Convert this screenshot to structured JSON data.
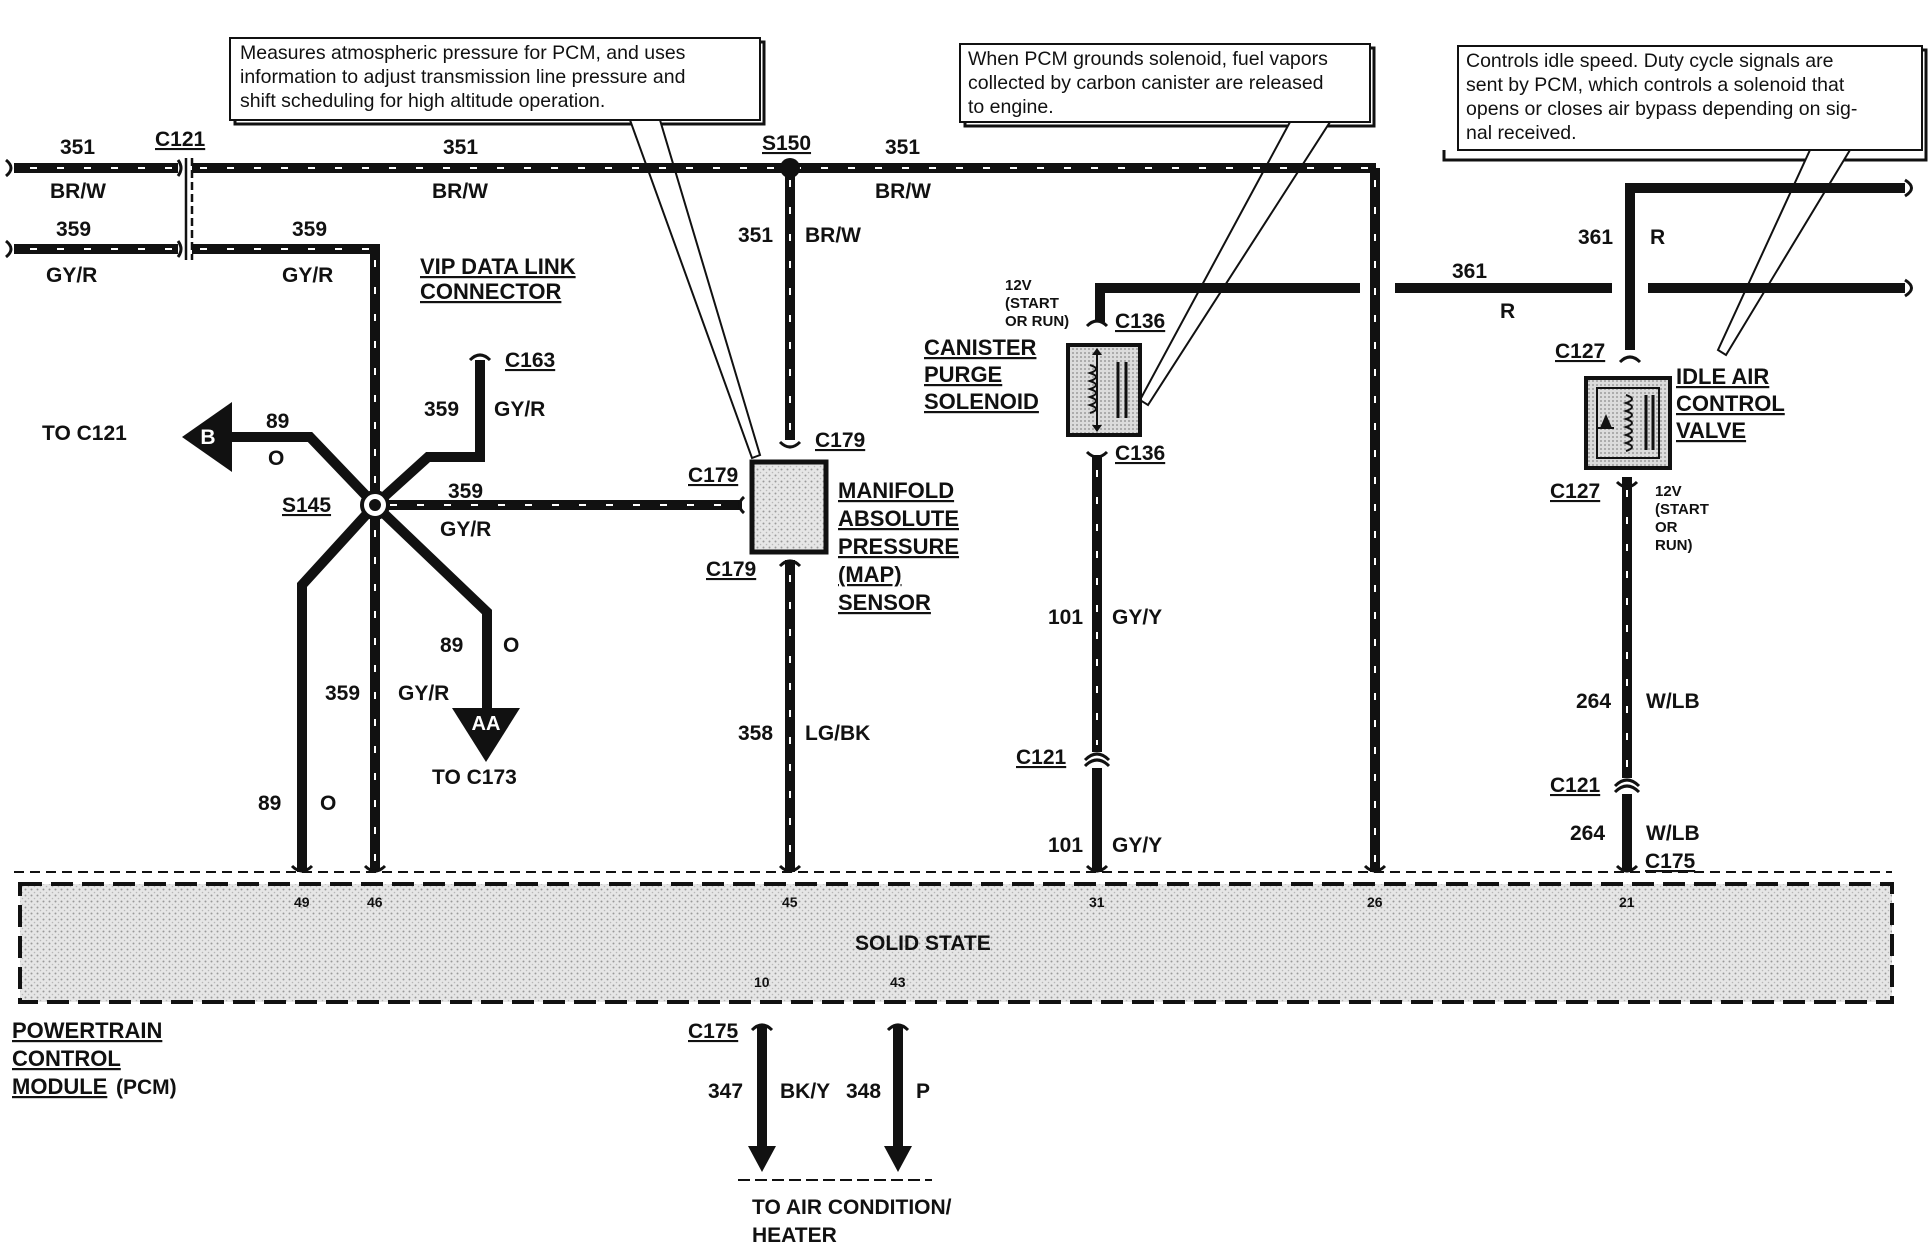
{
  "callouts": {
    "map": [
      "Measures atmospheric pressure for PCM, and uses",
      "information to adjust transmission line pressure and",
      "shift scheduling for high altitude operation."
    ],
    "canister": [
      "When PCM grounds solenoid, fuel vapors",
      "collected by carbon canister are released",
      "to engine."
    ],
    "iac": [
      "Controls idle speed.  Duty cycle signals are",
      "sent by PCM, which controls a solenoid that",
      "opens or closes air bypass depending on sig-",
      "nal received."
    ]
  },
  "splices": {
    "s150": "S150",
    "s145": "S145"
  },
  "connectors": {
    "c121": "C121",
    "c163": "C163",
    "c179": "C179",
    "c136": "C136",
    "c127": "C127",
    "c175": "C175"
  },
  "components": {
    "vip": [
      "VIP DATA LINK",
      "CONNECTOR"
    ],
    "map": [
      "MANIFOLD",
      "ABSOLUTE",
      "PRESSURE",
      "(MAP)",
      "SENSOR"
    ],
    "canister": [
      "CANISTER",
      "PURGE",
      "SOLENOID"
    ],
    "iac": [
      "IDLE AIR",
      "CONTROL",
      "VALVE"
    ],
    "pcm": [
      "POWERTRAIN",
      "CONTROL",
      "MODULE",
      "(PCM)"
    ],
    "pcm_state": "SOLID STATE"
  },
  "power": {
    "v12": "12V",
    "start_run_a": "(START",
    "start_run_b": "OR RUN)",
    "start_b1": "(START",
    "start_b2": "OR",
    "start_b3": "RUN)"
  },
  "wires": {
    "c351": "351",
    "brw": "BR/W",
    "c359": "359",
    "gyr": "GY/R",
    "c361": "361",
    "r": "R",
    "c89": "89",
    "o": "O",
    "c358": "358",
    "lgbk": "LG/BK",
    "c101": "101",
    "gyy": "GY/Y",
    "c264": "264",
    "wlb": "W/LB",
    "c347": "347",
    "bky": "BK/Y",
    "c348": "348",
    "p": "P"
  },
  "destinations": {
    "to_c121": "TO C121",
    "b": "B",
    "to_c173": "TO C173",
    "aa": "AA",
    "to_ac": [
      "TO AIR CONDITION/",
      "HEATER"
    ]
  },
  "pins": {
    "p49": "49",
    "p46": "46",
    "p45": "45",
    "p31": "31",
    "p26": "26",
    "p21": "21",
    "p10": "10",
    "p43": "43"
  }
}
